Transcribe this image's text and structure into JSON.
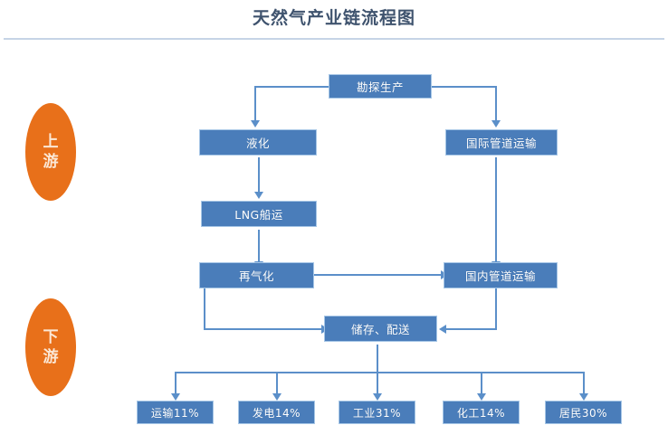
{
  "page": {
    "title": "天然气产业链流程图",
    "background_color": "#ffffff"
  },
  "colors": {
    "title_text": "#3f536e",
    "divider": "#aabfd8",
    "stage_fill": "#e8701a",
    "stage_text": "#fbe7d5",
    "node_fill": "#4a7dba",
    "node_border": "#a6c6e6",
    "node_text": "#ffffff",
    "connector": "#5b8fc9"
  },
  "stages": [
    {
      "id": "upstream",
      "label": "上游"
    },
    {
      "id": "downstream",
      "label": "下游"
    }
  ],
  "nodes": [
    {
      "id": "exploration",
      "label": "勘探生产"
    },
    {
      "id": "liquefaction",
      "label": "液化"
    },
    {
      "id": "intl-pipeline",
      "label": "国际管道运输"
    },
    {
      "id": "lng-shipping",
      "label": "LNG船运"
    },
    {
      "id": "regasification",
      "label": "再气化"
    },
    {
      "id": "domestic-pipeline",
      "label": "国内管道运输"
    },
    {
      "id": "storage-distribution",
      "label": "储存、配送"
    }
  ],
  "consumers": [
    {
      "id": "transport",
      "label": "运输11%",
      "sector": "运输",
      "share": 11
    },
    {
      "id": "power",
      "label": "发电14%",
      "sector": "发电",
      "share": 14
    },
    {
      "id": "industry",
      "label": "工业31%",
      "sector": "工业",
      "share": 31
    },
    {
      "id": "chemical",
      "label": "化工14%",
      "sector": "化工",
      "share": 14
    },
    {
      "id": "residential",
      "label": "居民30%",
      "sector": "居民",
      "share": 30
    }
  ]
}
